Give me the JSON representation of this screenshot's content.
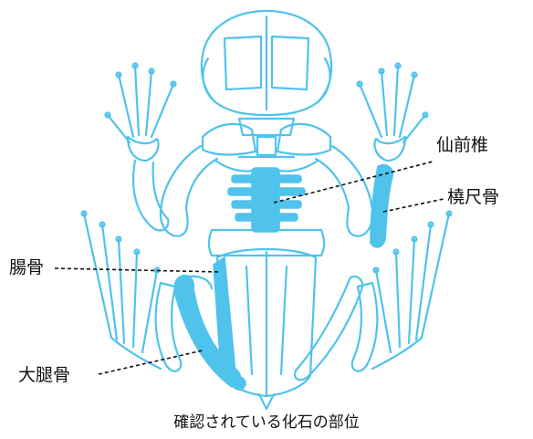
{
  "colors": {
    "outline": "#4fc3ec",
    "found_fill": "#4fc3ec",
    "background": "#ffffff",
    "leader": "#111111",
    "text": "#111111"
  },
  "labels": {
    "sacral_vertebra": "仙前椎",
    "radioulna": "橈尺骨",
    "ilium": "腸骨",
    "femur": "大腿骨"
  },
  "caption": "確認されている化石の部位"
}
